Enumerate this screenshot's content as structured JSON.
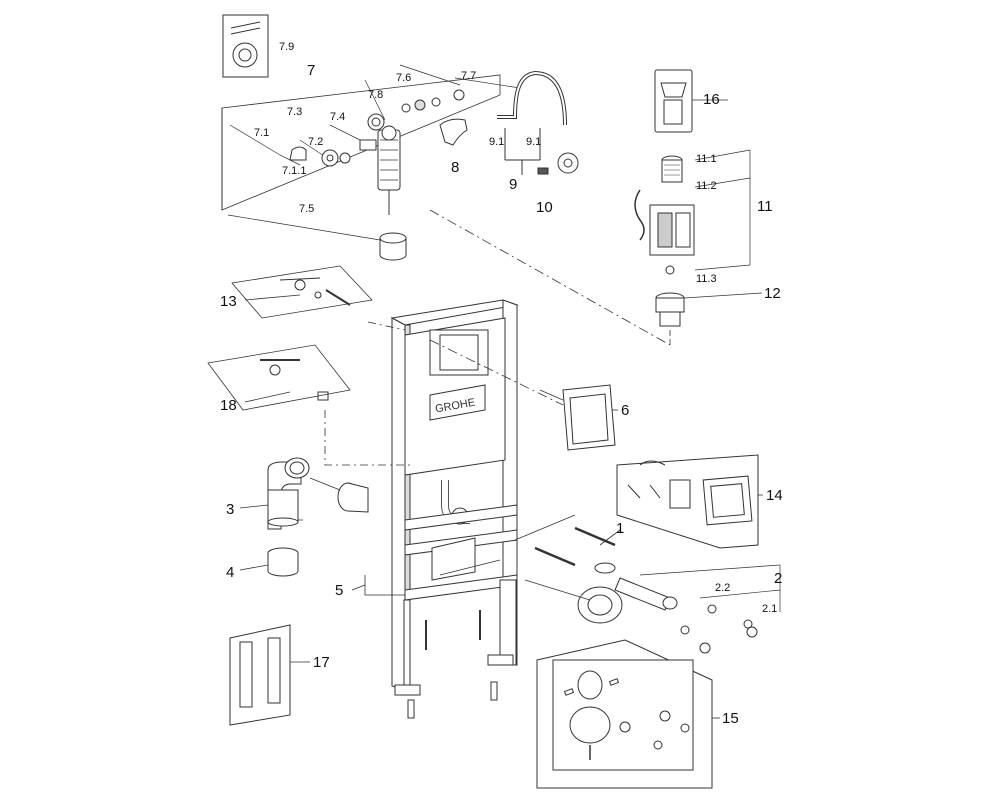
{
  "callouts": {
    "c1": "1",
    "c2": "2",
    "c2_1": "2.1",
    "c2_2": "2.2",
    "c3": "3",
    "c4": "4",
    "c5": "5",
    "c6": "6",
    "c7": "7",
    "c7_1": "7.1",
    "c7_1_1": "7.1.1",
    "c7_2": "7.2",
    "c7_3": "7.3",
    "c7_4": "7.4",
    "c7_5": "7.5",
    "c7_6": "7.6",
    "c7_7": "7.7",
    "c7_8": "7.8",
    "c7_9": "7.9",
    "c8": "8",
    "c9": "9",
    "c9_1a": "9.1",
    "c9_1b": "9.1",
    "c10": "10",
    "c11": "11",
    "c11_1": "11.1",
    "c11_2": "11.2",
    "c11_3": "11.3",
    "c12": "12",
    "c13": "13",
    "c14": "14",
    "c15": "15",
    "c16": "16",
    "c17": "17",
    "c18": "18"
  },
  "brand": {
    "logo_text": "GROHE"
  },
  "colors": {
    "line": "#333333",
    "frame_fill": "#ffffff",
    "shade": "#d8d8d8"
  }
}
